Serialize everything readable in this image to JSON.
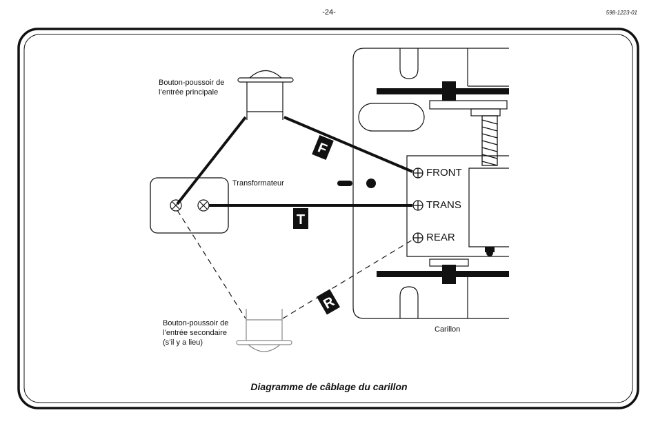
{
  "header": {
    "page_number": "-24-",
    "doc_code": "598-1223-01"
  },
  "labels": {
    "main_button": "Bouton-poussoir de\nl’entrée principale",
    "transformer": "Transformateur",
    "secondary_button": "Bouton-poussoir de\nl’entrée secondaire\n(s’il y a lieu)",
    "chime": "Carillon"
  },
  "terminals": {
    "front": "FRONT",
    "trans": "TRANS",
    "rear": "REAR"
  },
  "wire_tags": {
    "f": "F",
    "t": "T",
    "r": "R"
  },
  "caption": "Diagramme de câblage du carillon"
}
